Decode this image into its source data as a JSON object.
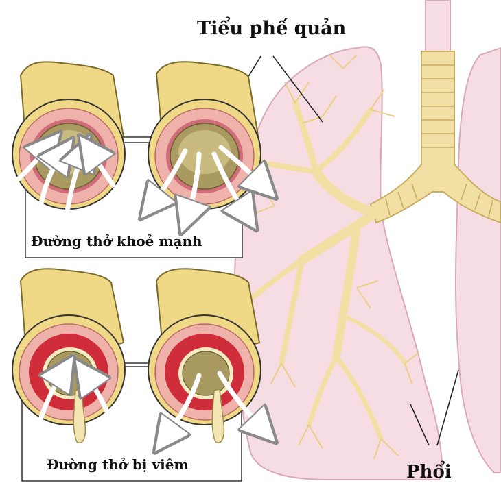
{
  "labels": {
    "bronchioles": "Tiểu phế quản",
    "healthy_airway": "Đường thở khoẻ mạnh",
    "inflamed_airway": "Đường thở bị viêm",
    "lungs": "Phổi"
  },
  "colors": {
    "lung_fill": "#f6dde3",
    "lung_outline": "#d9aab6",
    "bronchi": "#f2dfa3",
    "bronchi_outline": "#c9ad62",
    "airway_outer": "#efd886",
    "airway_pink": "#efb2aa",
    "airway_red": "#cf2d3a",
    "lumen": "#a89a60",
    "arrow": "#ffffff"
  }
}
